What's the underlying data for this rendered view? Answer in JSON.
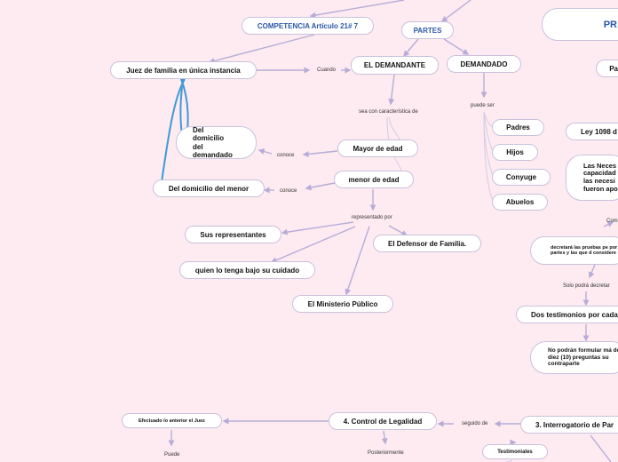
{
  "nodes": {
    "competencia": "COMPETENCIA Artículo 21# 7",
    "partes": "PARTES",
    "pr": "PR",
    "juez": "Juez de familia en única instancia",
    "el_demandante": "EL DEMANDANTE",
    "demandado": "DEMANDADO",
    "pa": "Pa",
    "del_domicilio_demandado": "Del domicilio del demandado",
    "mayor_de_edad": "Mayor de edad",
    "padres": "Padres",
    "hijos": "Hijos",
    "conyuge": "Conyuge",
    "abuelos": "Abuelos",
    "ley_1098": "Ley 1098 d",
    "del_domicilio_menor": "Del domicilio del menor",
    "menor_de_edad": "menor de edad",
    "las_necesidades": "Las Neces capacidad las necesi fueron apo",
    "sus_representantes": "Sus representantes",
    "defensor": "El Defensor de Familia.",
    "bajo_cuidado": "quien lo tenga bajo su cuidado",
    "decretara": "decretará las pruebas pe por las partes y las que d considere",
    "ministerio": "El Ministerio Público",
    "dos_testimonios": "Dos testimonios por cada",
    "no_podran": "No podrán formular má de diez (10) preguntas su contraparte",
    "efectuado": "Efectuado lo anterior el Juez",
    "control_legalidad": "4. Control de Legalidad",
    "interrogatorio": "3. Interrogatorio de Par",
    "testimoniales": "Testimoniales"
  },
  "labels": {
    "cuando": "Cuando",
    "caracteristica": "sea con característica de",
    "puede_ser": "puede ser",
    "conoce_1": "conoce",
    "conoce_2": "conoce",
    "representado_por": "representado por",
    "com": "Com",
    "solo_podra": "Solo podrá decretar",
    "seguido_de": "seguido de",
    "puede": "Puede",
    "posteriormente": "Posteriormente"
  },
  "colors": {
    "background": "#fdebf1",
    "node_fill": "#ffffff",
    "node_border": "#c9c2dc",
    "connector": "#b7acd8",
    "thin_connector": "#d6cbe3",
    "highlight_connector": "#3f9ad6",
    "title_text": "#2a56a8"
  }
}
